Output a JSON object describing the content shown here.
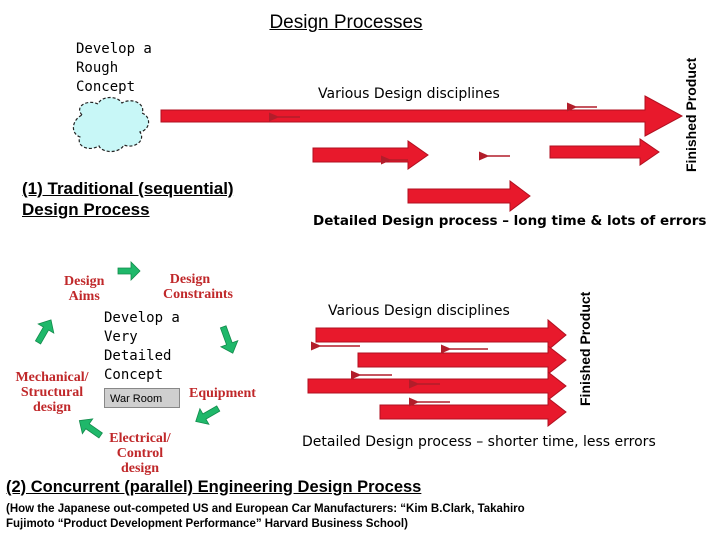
{
  "title": "Design Processes",
  "top": {
    "concept_lines": [
      "Develop a",
      "Rough",
      "Concept"
    ],
    "disciplines": "Various Design disciplines",
    "finished": "Finished Product",
    "method": "(1) Traditional (sequential) Design Process",
    "method_lines": [
      "(1) Traditional (sequential)",
      "Design Process"
    ],
    "caption": "Detailed Design process – long time & lots of errors"
  },
  "bottom": {
    "concept_lines": [
      "Develop a",
      "Very",
      "Detailed",
      "Concept"
    ],
    "war_room": "War Room",
    "disciplines": "Various Design disciplines",
    "finished": "Finished Product",
    "caption": "Detailed Design process – shorter time, less errors",
    "method": "(2) Concurrent (parallel) Engineering Design Process",
    "source": "(How the Japanese out-competed US and European Car Manufacturers: “Kim B.Clark, Takahiro Fujimoto “Product Development Performance” Harvard Business School)",
    "source_lines": [
      "(How the Japanese out-competed US and European Car Manufacturers: “Kim B.Clark, Takahiro",
      "Fujimoto “Product Development Performance” Harvard Business School)"
    ],
    "cycle": {
      "design_aims": [
        "Design",
        "Aims"
      ],
      "design_constraints": [
        "Design",
        "Constraints"
      ],
      "equipment": "Equipment",
      "electrical": [
        "Electrical/",
        "Control",
        "design"
      ],
      "mechanical": [
        "Mechanical/",
        "Structural",
        "design"
      ]
    }
  },
  "colors": {
    "arrow_red": "#e8192c",
    "arrow_outline": "#b01020",
    "thin_arrow": "#b21d2a",
    "cloud": "#c8f7f7",
    "cycle_arrow": "#1fb86a",
    "cycle_text": "#c0282a"
  }
}
